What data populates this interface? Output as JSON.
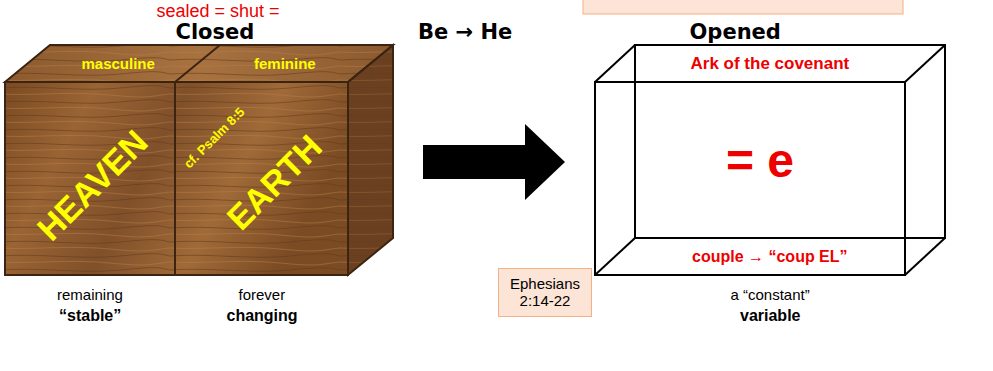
{
  "diagram": {
    "nodes": [
      {
        "text": [
          "masculine",
          "HEAVEN"
        ]
      },
      {
        "text": [
          "feminine",
          "cf. Psalm 8:5",
          "EARTH"
        ]
      },
      {
        "text": [
          "Ark of the covenant",
          "= e",
          "couple → “coup EL”"
        ]
      },
      {
        "text": [
          "Ephesians 2:14-22"
        ]
      }
    ],
    "edges": [
      {
        "from": 1,
        "to": 2,
        "arrow": "to"
      }
    ],
    "labels": [
      "sealed = shut =",
      "Closed",
      "Be → He",
      "Opened",
      "remaining",
      "“stable”",
      "forever",
      "changing",
      "a “constant”",
      "variable"
    ]
  }
}
